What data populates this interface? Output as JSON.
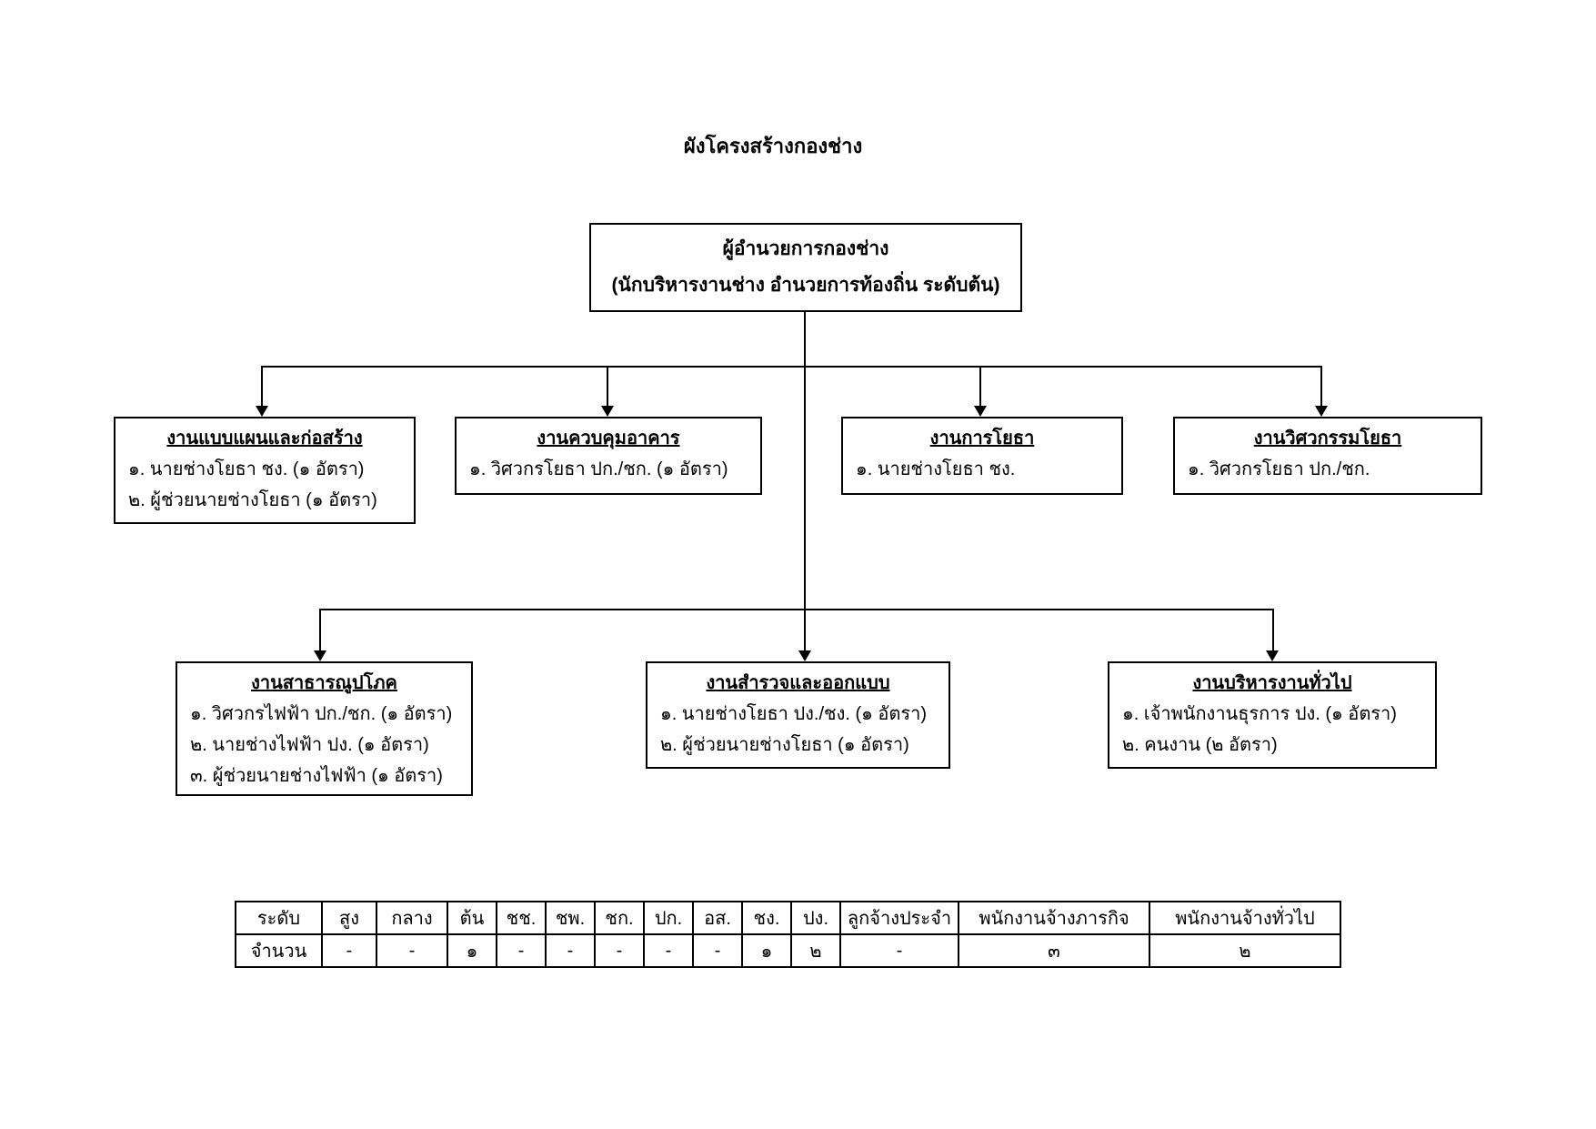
{
  "page": {
    "title": "ผังโครงสร้างกองช่าง"
  },
  "director": {
    "line1": "ผู้อำนวยการกองช่าง",
    "line2": "(นักบริหารงานช่าง อำนวยการท้องถิ่น ระดับต้น)"
  },
  "row1": [
    {
      "title": "งานแบบแผนและก่อสร้าง",
      "items": [
        "๑. นายช่างโยธา  ชง.  (๑ อัตรา)",
        "๒. ผู้ช่วยนายช่างโยธา  (๑ อัตรา)"
      ]
    },
    {
      "title": "งานควบคุมอาคาร",
      "items": [
        "๑. วิศวกรโยธา  ปก./ชก.   (๑ อัตรา)"
      ]
    },
    {
      "title": "งานการโยธา",
      "items": [
        "๑. นายช่างโยธา  ชง."
      ]
    },
    {
      "title": "งานวิศวกรรมโยธา",
      "items": [
        "๑. วิศวกรโยธา  ปก./ชก."
      ]
    }
  ],
  "row2": [
    {
      "title": "งานสาธารณูปโภค",
      "items": [
        "๑. วิศวกรไฟฟ้า  ปก./ชก.  (๑ อัตรา)",
        "๒. นายช่างไฟฟ้า  ปง.   (๑ อัตรา)",
        "๓. ผู้ช่วยนายช่างไฟฟ้า  (๑ อัตรา)"
      ]
    },
    {
      "title": "งานสำรวจและออกแบบ",
      "items": [
        "๑. นายช่างโยธา  ปง./ชง. (๑ อัตรา)",
        "๒. ผู้ช่วยนายช่างโยธา  (๑ อัตรา)"
      ]
    },
    {
      "title": "งานบริหารงานทั่วไป",
      "items": [
        "๑. เจ้าพนักงานธุรการ  ปง.   (๑ อัตรา)",
        "๒. คนงาน   (๒ อัตรา)"
      ]
    }
  ],
  "table": {
    "headers": [
      "ระดับ",
      "สูง",
      "กลาง",
      "ต้น",
      "ชช.",
      "ชพ.",
      "ชก.",
      "ปก.",
      "อส.",
      "ชง.",
      "ปง.",
      "ลูกจ้างประจำ",
      "พนักงานจ้างภารกิจ",
      "พนักงานจ้างทั่วไป"
    ],
    "values": [
      "จำนวน",
      "-",
      "-",
      "๑",
      "-",
      "-",
      "-",
      "-",
      "-",
      "๑",
      "๒",
      "-",
      "๓",
      "๒"
    ]
  },
  "colors": {
    "line": "#000000",
    "background": "#ffffff",
    "text": "#000000"
  }
}
